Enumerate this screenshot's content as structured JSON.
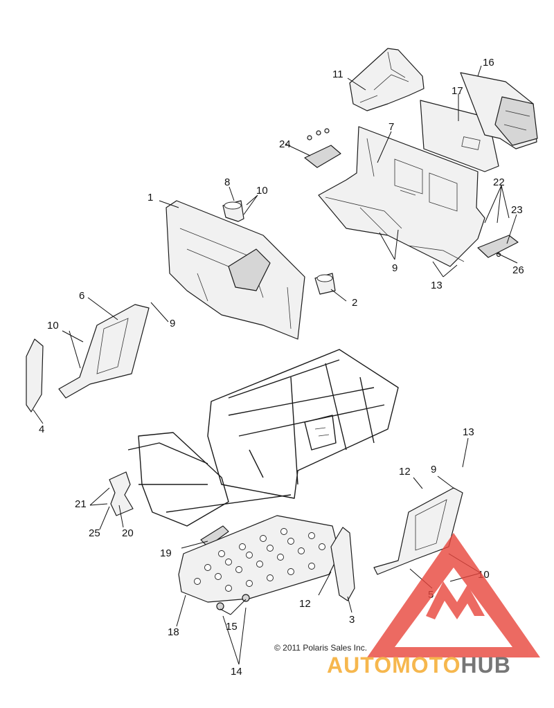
{
  "diagram": {
    "copyright": "© 2011 Polaris Sales Inc.",
    "callouts": {
      "c1": "1",
      "c2": "2",
      "c3": "3",
      "c4": "4",
      "c5": "5",
      "c6": "6",
      "c7": "7",
      "c8": "8",
      "c9a": "9",
      "c9b": "9",
      "c9c": "9",
      "c10a": "10",
      "c10b": "10",
      "c10c": "10",
      "c11": "11",
      "c12a": "12",
      "c12b": "12",
      "c13a": "13",
      "c13b": "13",
      "c14": "14",
      "c15": "15",
      "c16": "16",
      "c17": "17",
      "c18": "18",
      "c19": "19",
      "c20": "20",
      "c21": "21",
      "c22": "22",
      "c23": "23",
      "c24": "24",
      "c25": "25",
      "c26": "26"
    }
  },
  "watermark": {
    "brand_part1": "AUTOMOTO",
    "brand_part2": "HUB",
    "color_primary": "#e8453c",
    "color_secondary": "#f5a623",
    "color_dark": "#555555"
  }
}
